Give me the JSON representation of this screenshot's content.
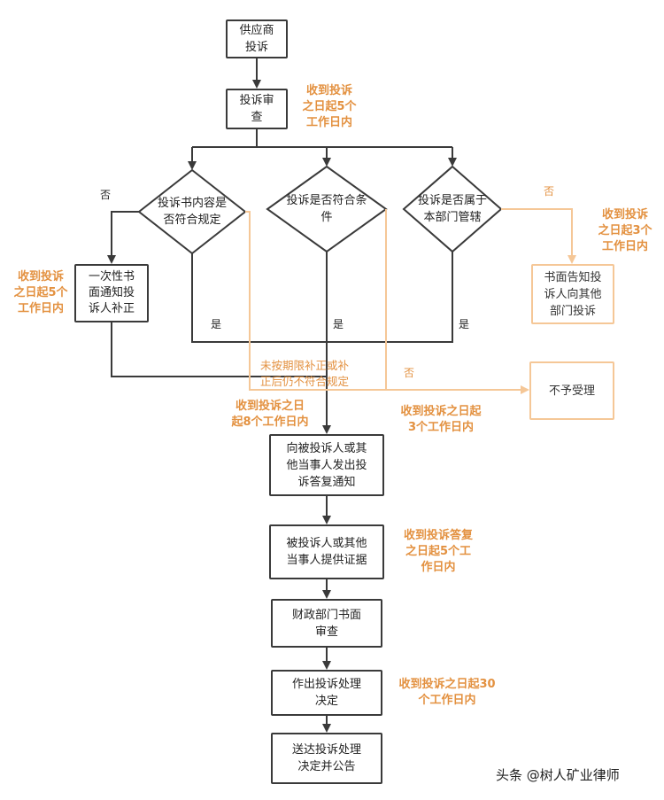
{
  "nodes": {
    "supplier": "供应商\n投诉",
    "review": "投诉审\n查",
    "d1": "投诉书内容是\n否符合规定",
    "d2": "投诉是否符合条\n件",
    "d3": "投诉是否属于\n本部门管辖",
    "correct": "一次性书\n面通知投\n诉人补正",
    "inform": "书面告知投\n诉人向其他\n部门投诉",
    "reject": "不予受理",
    "notify": "向被投诉人或其\n他当事人发出投\n诉答复通知",
    "evidence": "被投诉人或其他\n当事人提供证据",
    "exam": "财政部门书面\n审查",
    "decide": "作出投诉处理\n决定",
    "deliver": "送达投诉处理\n决定并公告"
  },
  "notes": {
    "n1": "收到投诉\n之日起5个\n工作日内",
    "n2": "收到投诉\n之日起5个\n工作日内",
    "n3": "收到投诉\n之日起3个\n工作日内",
    "n4": "收到投诉之日\n起8个工作日内",
    "n5": "收到投诉之日起\n3个工作日内",
    "n6": "收到投诉答复\n之日起5个工\n作日内",
    "n7": "收到投诉之日起30\n个工作日内"
  },
  "labels": {
    "no1": "否",
    "no3": "否",
    "no_reject": "否",
    "yes1": "是",
    "yes2": "是",
    "yes3": "是",
    "overdue": "未按期限补正或补\n正后仍不符合规定"
  },
  "watermark": "头条 @树人矿业律师",
  "colors": {
    "line": "#3a3a3a",
    "orange_line": "#f5c797",
    "note": "#e39140"
  }
}
